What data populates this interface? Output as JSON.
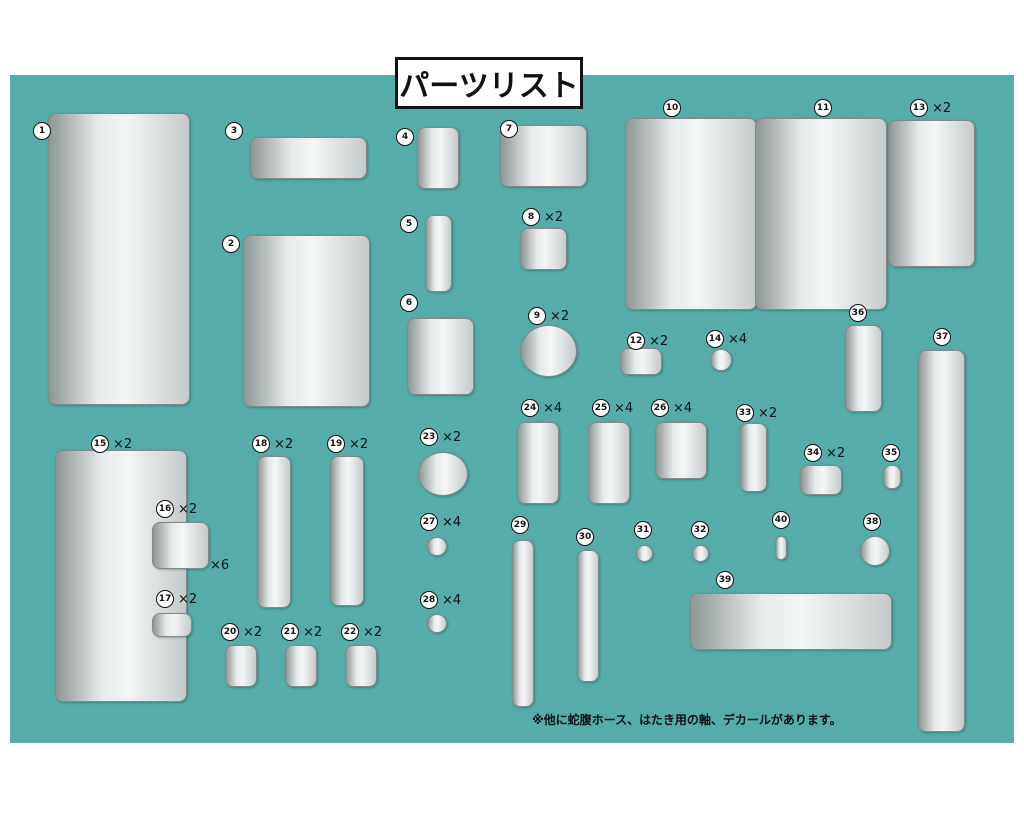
{
  "title": "パーツリスト",
  "background_color": "#55aca8",
  "footnote": "※他に蛇腹ホース、はたき用の軸、デカールがあります。",
  "extra_quantity_note": "×6",
  "parts": [
    {
      "number": "1",
      "qty": ""
    },
    {
      "number": "2",
      "qty": ""
    },
    {
      "number": "3",
      "qty": ""
    },
    {
      "number": "4",
      "qty": ""
    },
    {
      "number": "5",
      "qty": ""
    },
    {
      "number": "6",
      "qty": ""
    },
    {
      "number": "7",
      "qty": ""
    },
    {
      "number": "8",
      "qty": "×2"
    },
    {
      "number": "9",
      "qty": "×2"
    },
    {
      "number": "10",
      "qty": ""
    },
    {
      "number": "11",
      "qty": ""
    },
    {
      "number": "12",
      "qty": "×2"
    },
    {
      "number": "13",
      "qty": "×2"
    },
    {
      "number": "14",
      "qty": "×4"
    },
    {
      "number": "15",
      "qty": "×2"
    },
    {
      "number": "16",
      "qty": "×2"
    },
    {
      "number": "17",
      "qty": "×2"
    },
    {
      "number": "18",
      "qty": "×2"
    },
    {
      "number": "19",
      "qty": "×2"
    },
    {
      "number": "20",
      "qty": "×2"
    },
    {
      "number": "21",
      "qty": "×2"
    },
    {
      "number": "22",
      "qty": "×2"
    },
    {
      "number": "23",
      "qty": "×2"
    },
    {
      "number": "24",
      "qty": "×4"
    },
    {
      "number": "25",
      "qty": "×4"
    },
    {
      "number": "26",
      "qty": "×4"
    },
    {
      "number": "27",
      "qty": "×4"
    },
    {
      "number": "28",
      "qty": "×4"
    },
    {
      "number": "29",
      "qty": ""
    },
    {
      "number": "30",
      "qty": ""
    },
    {
      "number": "31",
      "qty": ""
    },
    {
      "number": "32",
      "qty": ""
    },
    {
      "number": "33",
      "qty": "×2"
    },
    {
      "number": "34",
      "qty": "×2"
    },
    {
      "number": "35",
      "qty": ""
    },
    {
      "number": "36",
      "qty": ""
    },
    {
      "number": "37",
      "qty": ""
    },
    {
      "number": "38",
      "qty": ""
    },
    {
      "number": "39",
      "qty": ""
    },
    {
      "number": "40",
      "qty": ""
    }
  ]
}
